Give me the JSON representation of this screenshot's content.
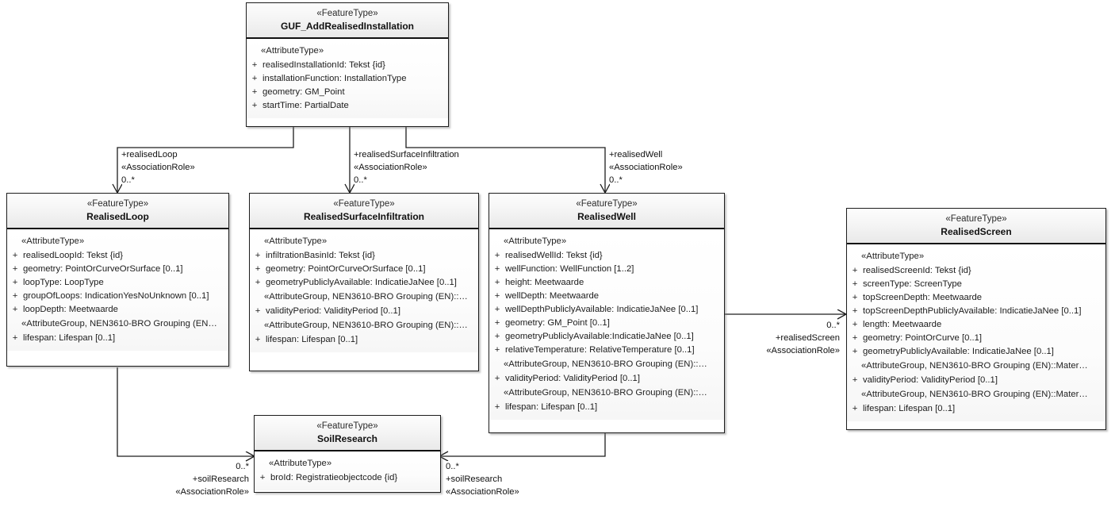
{
  "diagram": {
    "type": "uml-class-diagram",
    "title": "GUF_AddRealisedInstallation UML class diagram"
  },
  "classes": [
    {
      "id": "guf",
      "stereotype": "«FeatureType»",
      "name": "GUF_AddRealisedInstallation",
      "sections": [
        {
          "group": "«AttributeType»",
          "attributes": [
            {
              "vis": "+",
              "text": "realisedInstallationId: Tekst {id}"
            },
            {
              "vis": "+",
              "text": "installationFunction: InstallationType"
            },
            {
              "vis": "+",
              "text": "geometry: GM_Point"
            },
            {
              "vis": "+",
              "text": "startTime: PartialDate"
            }
          ]
        }
      ]
    },
    {
      "id": "loop",
      "stereotype": "«FeatureType»",
      "name": "RealisedLoop",
      "sections": [
        {
          "group": "«AttributeType»",
          "attributes": [
            {
              "vis": "+",
              "text": "realisedLoopId: Tekst {id}"
            },
            {
              "vis": "+",
              "text": "geometry: PointOrCurveOrSurface [0..1]"
            },
            {
              "vis": "+",
              "text": "loopType: LoopType"
            },
            {
              "vis": "+",
              "text": "groupOfLoops: IndicationYesNoUnknown [0..1]"
            },
            {
              "vis": "+",
              "text": "loopDepth: Meetwaarde"
            }
          ]
        },
        {
          "group": "«AttributeGroup, NEN3610-BRO Grouping (EN…",
          "attributes": [
            {
              "vis": "+",
              "text": "lifespan: Lifespan [0..1]"
            }
          ]
        }
      ]
    },
    {
      "id": "infil",
      "stereotype": "«FeatureType»",
      "name": "RealisedSurfaceInfiltration",
      "sections": [
        {
          "group": "«AttributeType»",
          "attributes": [
            {
              "vis": "+",
              "text": "infiltrationBasinId: Tekst {id}"
            },
            {
              "vis": "+",
              "text": "geometry: PointOrCurveOrSurface [0..1]"
            },
            {
              "vis": "+",
              "text": "geometryPubliclyAvailable: IndicatieJaNee [0..1]"
            }
          ]
        },
        {
          "group": "«AttributeGroup, NEN3610-BRO Grouping (EN)::…",
          "attributes": [
            {
              "vis": "+",
              "text": "validityPeriod: ValidityPeriod [0..1]"
            }
          ]
        },
        {
          "group": "«AttributeGroup, NEN3610-BRO Grouping (EN)::…",
          "attributes": [
            {
              "vis": "+",
              "text": "lifespan: Lifespan [0..1]"
            }
          ]
        }
      ]
    },
    {
      "id": "well",
      "stereotype": "«FeatureType»",
      "name": "RealisedWell",
      "sections": [
        {
          "group": "«AttributeType»",
          "attributes": [
            {
              "vis": "+",
              "text": "realisedWellId: Tekst {id}"
            },
            {
              "vis": "+",
              "text": "wellFunction: WellFunction [1..2]"
            },
            {
              "vis": "+",
              "text": "height: Meetwaarde"
            },
            {
              "vis": "+",
              "text": "wellDepth: Meetwaarde"
            },
            {
              "vis": "+",
              "text": "wellDepthPubliclyAvailable: IndicatieJaNee [0..1]"
            },
            {
              "vis": "+",
              "text": "geometry: GM_Point [0..1]"
            },
            {
              "vis": "+",
              "text": "geometryPubliclyAvailable:IndicatieJaNee [0..1]"
            },
            {
              "vis": "+",
              "text": "relativeTemperature: RelativeTemperature [0..1]"
            }
          ]
        },
        {
          "group": "«AttributeGroup, NEN3610-BRO Grouping (EN)::…",
          "attributes": [
            {
              "vis": "+",
              "text": "validityPeriod: ValidityPeriod [0..1]"
            }
          ]
        },
        {
          "group": "«AttributeGroup, NEN3610-BRO Grouping (EN)::…",
          "attributes": [
            {
              "vis": "+",
              "text": "lifespan: Lifespan [0..1]"
            }
          ]
        }
      ]
    },
    {
      "id": "screen",
      "stereotype": "«FeatureType»",
      "name": "RealisedScreen",
      "sections": [
        {
          "group": "«AttributeType»",
          "attributes": [
            {
              "vis": "+",
              "text": "realisedScreenId: Tekst {id}"
            },
            {
              "vis": "+",
              "text": "screenType: ScreenType"
            },
            {
              "vis": "+",
              "text": "topScreenDepth: Meetwaarde"
            },
            {
              "vis": "+",
              "text": "topScreenDepthPubliclyAvailable: IndicatieJaNee [0..1]"
            },
            {
              "vis": "+",
              "text": "length: Meetwaarde"
            },
            {
              "vis": "+",
              "text": "geometry: PointOrCurve [0..1]"
            },
            {
              "vis": "+",
              "text": "geometryPubliclyAvailable: IndicatieJaNee [0..1]"
            }
          ]
        },
        {
          "group": "«AttributeGroup, NEN3610-BRO Grouping (EN)::Mater…",
          "attributes": [
            {
              "vis": "+",
              "text": "validityPeriod: ValidityPeriod [0..1]"
            }
          ]
        },
        {
          "group": "«AttributeGroup, NEN3610-BRO Grouping (EN)::Mater…",
          "attributes": [
            {
              "vis": "+",
              "text": "lifespan: Lifespan [0..1]"
            }
          ]
        }
      ]
    },
    {
      "id": "soil",
      "stereotype": "«FeatureType»",
      "name": "SoilResearch",
      "sections": [
        {
          "group": "«AttributeType»",
          "attributes": [
            {
              "vis": "+",
              "text": "broId: Registratieobjectcode {id}"
            }
          ]
        }
      ]
    }
  ],
  "associations": [
    {
      "id": "assoc-realised-loop",
      "role": "+realisedLoop",
      "stereotype": "«AssociationRole»",
      "multiplicity": "0..*",
      "from": "GUF_AddRealisedInstallation",
      "to": "RealisedLoop"
    },
    {
      "id": "assoc-realised-surface-infiltration",
      "role": "+realisedSurfaceInfiltration",
      "stereotype": "«AssociationRole»",
      "multiplicity": "0..*",
      "from": "GUF_AddRealisedInstallation",
      "to": "RealisedSurfaceInfiltration"
    },
    {
      "id": "assoc-realised-well",
      "role": "+realisedWell",
      "stereotype": "«AssociationRole»",
      "multiplicity": "0..*",
      "from": "GUF_AddRealisedInstallation",
      "to": "RealisedWell"
    },
    {
      "id": "assoc-realised-screen",
      "role": "+realisedScreen",
      "stereotype": "«AssociationRole»",
      "multiplicity": "0..*",
      "from": "RealisedWell",
      "to": "RealisedScreen"
    },
    {
      "id": "assoc-soil-research-loop",
      "role": "+soilResearch",
      "stereotype": "«AssociationRole»",
      "multiplicity": "0..*",
      "from": "RealisedLoop",
      "to": "SoilResearch"
    },
    {
      "id": "assoc-soil-research-well",
      "role": "+soilResearch",
      "stereotype": "«AssociationRole»",
      "multiplicity": "0..*",
      "from": "RealisedWell",
      "to": "SoilResearch"
    }
  ],
  "colors": {
    "line": "#1d1d1d",
    "box_border": "#1d1d1d",
    "header_fill": "#f0f0f0",
    "body_fill": "#ffffff",
    "text": "#1a1a1a",
    "background": "#ffffff"
  }
}
